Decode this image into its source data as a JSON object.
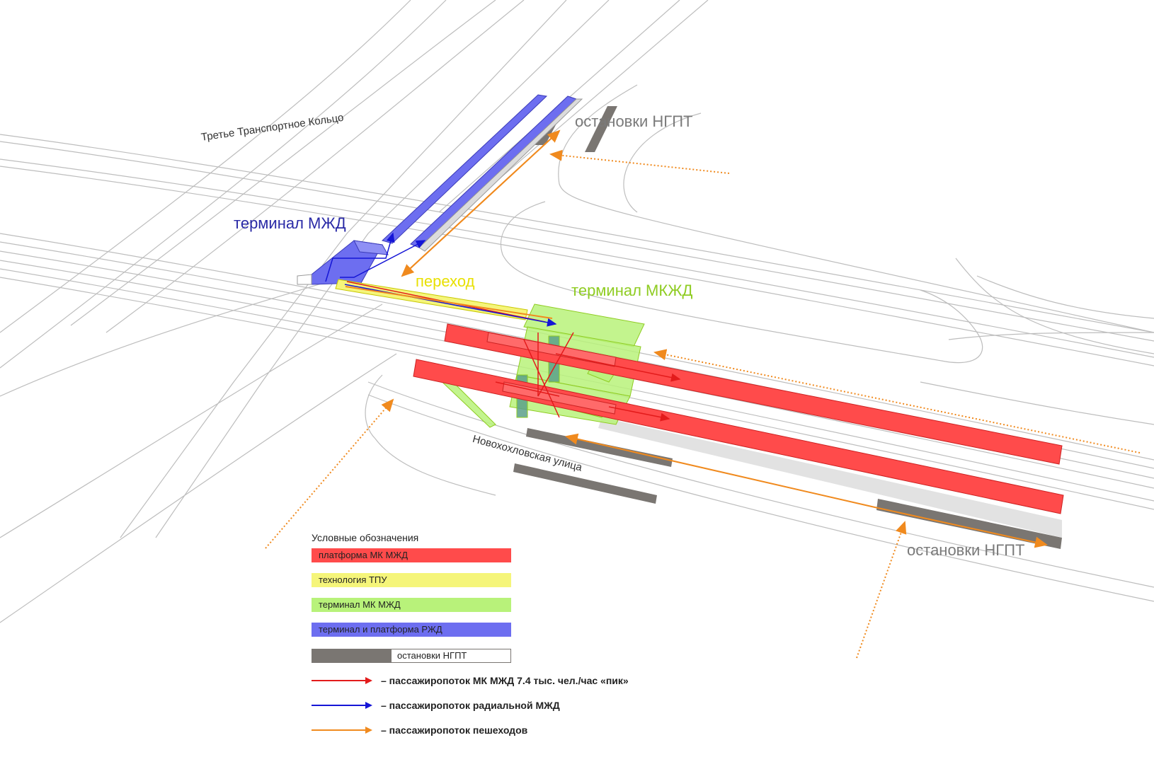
{
  "colors": {
    "red": "#ff4b4b",
    "red_line": "#e31b1b",
    "yellow": "#f5f57a",
    "yellow_line": "#e0e000",
    "green": "#b8f27a",
    "green_text": "#8fcc22",
    "blue": "#6d6ef0",
    "blue_text": "#2a2aa6",
    "blue_line": "#1515d6",
    "orange": "#f08a1e",
    "gray_stop": "#7a7672",
    "road_line": "#bdbdbd"
  },
  "labels": {
    "ngpt_top": "остановки НГПТ",
    "ngpt_bottom": "остановки НГПТ",
    "terminal_mzhd": "терминал МЖД",
    "terminal_mkzhd": "терминал МКЖД",
    "perekhod": "переход",
    "ring_road": "Третье Транспортное Кольцо",
    "street": "Новохохловская улица"
  },
  "legend": {
    "title": "Условные обозначения",
    "items": [
      {
        "label": "платформа МК МЖД",
        "color": "#ff4b4b"
      },
      {
        "label": "технология ТПУ",
        "color": "#f5f57a"
      },
      {
        "label": "терминал МК МЖД",
        "color": "#b8f27a"
      },
      {
        "label": "терминал  и платформа РЖД",
        "color": "#6d6ef0"
      }
    ],
    "stop_label": "остановки НГПТ",
    "stop_color": "#7a7672",
    "flows": [
      {
        "label": "– пассажиропоток МК МЖД 7.4 тыс. чел./час «пик»",
        "color": "#e31b1b"
      },
      {
        "label": "– пассажиропоток радиальной МЖД",
        "color": "#1515d6"
      },
      {
        "label": "– пассажиропоток пешеходов",
        "color": "#f08a1e"
      }
    ]
  }
}
